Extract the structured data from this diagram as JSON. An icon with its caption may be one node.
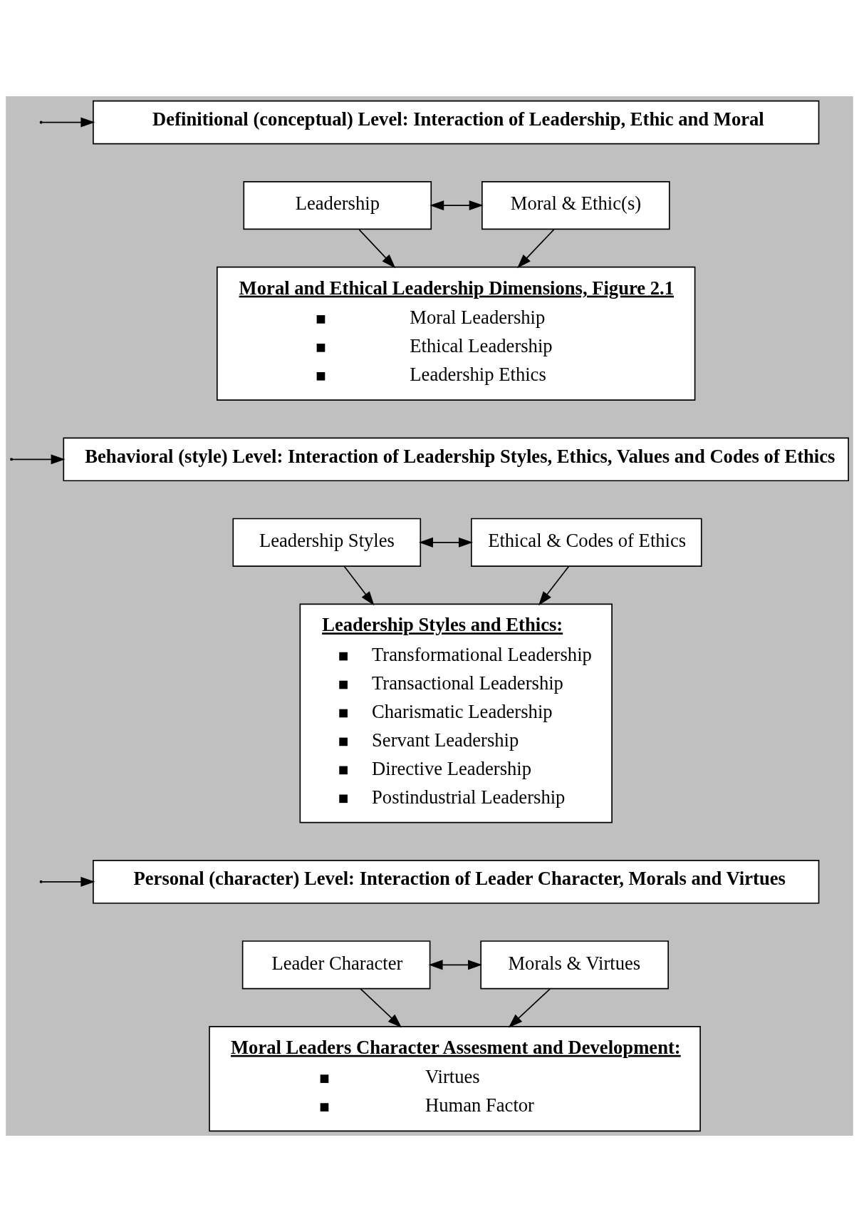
{
  "diagram": {
    "nodes": [
      {
        "text": [
          "Definitional (conceptual) Level: Interaction of Leadership, Ethic and Moral"
        ]
      },
      {
        "text": [
          "Leadership"
        ]
      },
      {
        "text": [
          "Moral & Ethic(s)"
        ]
      },
      {
        "text": [
          "Moral and Ethical Leadership Dimensions, Figure 2.1",
          "Moral Leadership",
          "Ethical Leadership",
          "Leadership Ethics"
        ]
      },
      {
        "text": [
          "Behavioral (style) Level: Interaction of Leadership Styles, Ethics, Values and Codes of Ethics"
        ]
      },
      {
        "text": [
          "Leadership Styles"
        ]
      },
      {
        "text": [
          "Ethical & Codes of Ethics"
        ]
      },
      {
        "text": [
          "Leadership Styles and Ethics:",
          "Transformational Leadership",
          "Transactional Leadership",
          "Charismatic Leadership",
          "Servant Leadership",
          "Directive Leadership",
          "Postindustrial Leadership"
        ]
      },
      {
        "text": [
          "Personal (character) Level: Interaction of Leader Character, Morals and Virtues"
        ]
      },
      {
        "text": [
          "Leader Character"
        ]
      },
      {
        "text": [
          "Morals & Virtues"
        ]
      },
      {
        "text": [
          "Moral Leaders Character Assesment and Development:",
          "Virtues",
          "Human Factor"
        ]
      }
    ],
    "edges": [
      {
        "from": null,
        "to": 0,
        "arrow": "to"
      },
      {
        "from": null,
        "to": 4,
        "arrow": "to"
      },
      {
        "from": null,
        "to": 8,
        "arrow": "to"
      },
      {
        "from": 1,
        "to": 2,
        "arrow": "both"
      },
      {
        "from": 1,
        "to": 3,
        "arrow": "to"
      },
      {
        "from": 2,
        "to": 3,
        "arrow": "to"
      },
      {
        "from": 5,
        "to": 6,
        "arrow": "both"
      },
      {
        "from": 5,
        "to": 7,
        "arrow": "to"
      },
      {
        "from": 6,
        "to": 7,
        "arrow": "to"
      },
      {
        "from": 9,
        "to": 10,
        "arrow": "both"
      },
      {
        "from": 9,
        "to": 11,
        "arrow": "to"
      },
      {
        "from": 10,
        "to": 11,
        "arrow": "to"
      }
    ]
  }
}
